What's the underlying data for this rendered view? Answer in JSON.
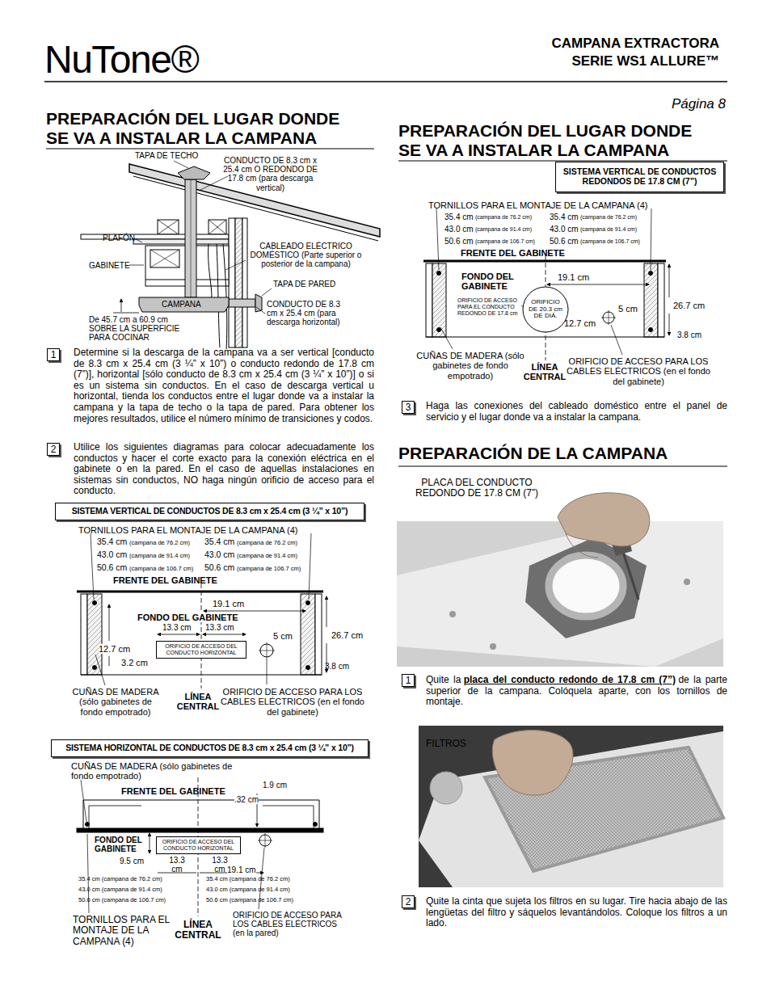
{
  "diagram": {
    "nodes": [
      {
        "text": [
          "1"
        ]
      },
      {
        "text": [
          "2"
        ]
      },
      {
        "text": [
          "SISTEMA VERTICAL DE CONDUCTOS DE 8.3 cm x 25.4 cm (3 ¼” x 10”)"
        ]
      },
      {
        "text": [
          "ORIFICIO DE ACCESO DEL CONDUCTO HORIZONTAL"
        ]
      },
      {
        "text": [
          "SISTEMA HORIZONTAL DE CONDUCTOS DE 8.3 cm x 25.4 cm (3 ¼” x 10”)"
        ]
      },
      {
        "text": [
          "ORIFICIO DE ACCESO DEL CONDUCTO HORIZONTAL"
        ]
      },
      {
        "text": [
          "SISTEMA VERTICAL DE CONDUCTOS REDONDOS DE 17.8 CM (7”)"
        ]
      },
      {
        "text": [
          "ORIFICIO DE 20.3 cm DE DIÁ."
        ]
      },
      {
        "text": [
          "3"
        ]
      },
      {
        "text": [
          "1"
        ]
      },
      {
        "text": [
          "2"
        ]
      }
    ],
    "labels": [
      "NuTone®",
      "CAMPANA EXTRACTORA",
      "SERIE WS1 ALLURE™",
      "Página 8",
      "PREPARACIÓN DEL LUGAR DONDE SE VA A INSTALAR LA CAMPANA",
      "TAPA DE TECHO",
      "CONDUCTO DE 8.3 cm x 25.4 cm O REDONDO DE 17.8 cm (para descarga vertical)",
      "PLAFÓN",
      "CABLEADO ELÉCTRICO DOMÉSTICO (Parte superior o posterior de la campana)",
      "GABINETE",
      "TAPA DE PARED",
      "CAMPANA",
      "CONDUCTO DE 8.3 cm x 25.4 cm (para descarga horizontal)",
      "De 45.7 cm a 60.9 cm SOBRE LA SUPERFICIE PARA COCINAR",
      "Determine si la descarga de la campana va a ser vertical [conducto de 8.3 cm x 25.4 cm (3 ¼” x 10”) o conducto redondo de 17.8 cm (7”)], horizontal [sólo conducto de 8.3 cm x 25.4 cm (3 ¼” x 10”)] o si es un sistema sin conductos. En el caso de descarga vertical u horizontal, tienda los conductos entre el lugar donde va a instalar la campana y la tapa de techo o la tapa de pared. Para obtener los mejores resultados, utilice el número mínimo de transiciones y codos.",
      "Utilice los siguientes diagramas para colocar adecuadamente los conductos y hacer el corte exacto para la conexión eléctrica en el gabinete o en la pared. En el caso de aquellas instalaciones en sistemas sin conductos, NO haga ningún orificio de acceso para el conducto.",
      "TORNILLOS PARA EL MONTAJE DE LA CAMPANA (4)",
      "35.4 cm",
      "(campana de 76.2 cm)",
      "35.4 cm",
      "(campana de 76.2 cm)",
      "43.0 cm",
      "(campana de 91.4 cm)",
      "43.0 cm",
      "(campana de 91.4 cm)",
      "50.6 cm",
      "(campana de 106.7 cm)",
      "50.6 cm",
      "(campana de 106.7 cm)",
      "FRENTE DEL GABINETE",
      "19.1 cm",
      "FONDO DEL GABINETE",
      "13.3 cm",
      "13.3 cm",
      "5 cm",
      "26.7 cm",
      "12.7 cm",
      "3.2 cm",
      "3.8 cm",
      "CUÑAS DE MADERA (sólo gabinetes de fondo empotrado)",
      "LÍNEA CENTRAL",
      "ORIFICIO DE ACCESO PARA LOS CABLES ELÉCTRICOS (en el fondo del gabinete)",
      "CUÑAS DE MADERA (sólo gabinetes de fondo empotrado)",
      "FRENTE DEL GABINETE",
      "1.9 cm",
      ".32 cm",
      "9.5 cm",
      "FONDO DEL GABINETE",
      "13.3 cm",
      "13.3 cm",
      "19.1 cm",
      "35.4 cm (campana de 76.2 cm)",
      "35.4 cm (campana de 76.2 cm)",
      "43.0 cm (campana de 91.4 cm)",
      "43.0 cm (campana de 91.4 cm)",
      "50.6 cm (campana de 106.7 cm)",
      "50.6 cm (campana de 106.7 cm)",
      "TORNILLOS PARA EL MONTAJE DE LA CAMPANA (4)",
      "LÍNEA CENTRAL",
      "ORIFICIO DE ACCESO PARA LOS CABLES ELÉCTRICOS (en la pared)",
      "PREPARACIÓN DEL LUGAR DONDE SE VA A INSTALAR LA CAMPANA",
      "TORNILLOS PARA EL MONTAJE DE LA CAMPANA (4)",
      "35.4 cm",
      "(campana de 76.2 cm)",
      "35.4 cm",
      "(campana de 76.2 cm)",
      "43.0 cm",
      "(campana de 91.4 cm)",
      "43.0 cm",
      "(campana de 91.4 cm)",
      "50.6 cm",
      "(campana de 106.7 cm)",
      "50.6 cm",
      "(campana de 106.7 cm)",
      "FRENTE DEL GABINETE",
      "19.1 cm",
      "FONDO DEL GABINETE",
      "ORIFICIO DE ACCESO PARA EL CONDUCTO REDONDO DE 17.8 cm",
      "5 cm",
      "26.7 cm",
      "12.7 cm",
      "3.8 cm",
      "CUÑAS DE MADERA (sólo gabinetes de fondo empotrado)",
      "LÍNEA CENTRAL",
      "ORIFICIO DE ACCESO PARA LOS CABLES ELÉCTRICOS (en el fondo del gabinete)",
      "Haga las conexiones del cableado doméstico entre el panel de servicio y el lugar donde va a instalar la campana.",
      "PREPARACIÓN DE LA CAMPANA",
      "PLACA DEL CONDUCTO REDONDO DE 17.8 CM (7”)",
      "Quite la",
      "placa del conducto redondo de 17.8 cm (7”)",
      "de la parte superior de la campana. Colóquela aparte, con los tornillos de montaje.",
      "FILTROS",
      "Quite la cinta que sujeta los filtros en su lugar. Tire hacia abajo de las lengüetas del filtro y sáquelos levantándolos. Coloque los filtros a un lado."
    ]
  }
}
